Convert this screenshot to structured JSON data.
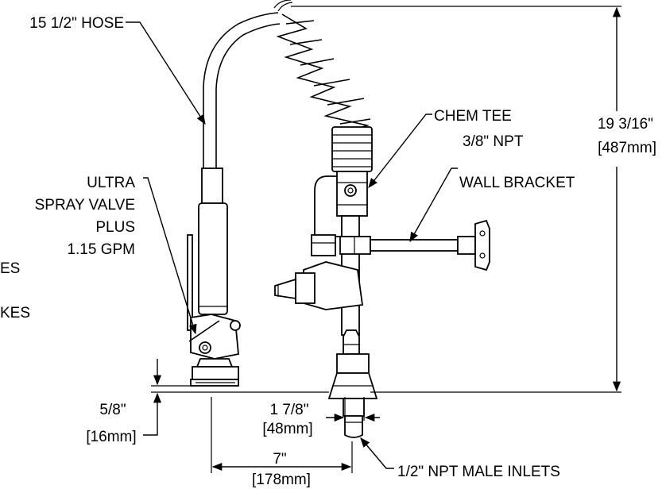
{
  "labels": {
    "hose": "15 1/2\" HOSE",
    "valve_line1": "ULTRA",
    "valve_line2": "SPRAY VALVE",
    "valve_line3": "PLUS",
    "valve_line4": "1.15 GPM",
    "partial_upper": "ES",
    "partial_lower": "KES",
    "chem_tee_line1": "CHEM TEE",
    "chem_tee_line2": "3/8\" NPT",
    "wall_bracket": "WALL BRACKET",
    "inlets": "1/2\" NPT MALE INLETS"
  },
  "dimensions": {
    "height_imperial": "19 3/16\"",
    "height_metric": "[487mm]",
    "base_imperial": "5/8\"",
    "base_metric": "[16mm]",
    "inlet_imperial": "1 7/8\"",
    "inlet_metric": "[48mm]",
    "reach_imperial": "7\"",
    "reach_metric": "[178mm]"
  }
}
